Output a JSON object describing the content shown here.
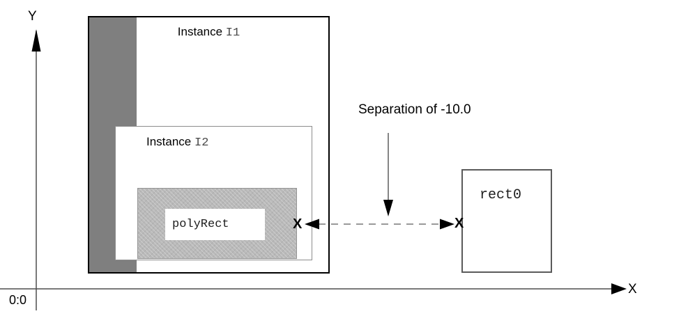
{
  "axes": {
    "y_label": "Y",
    "x_label": "X",
    "origin_label": "0:0"
  },
  "separation": {
    "label": "Separation of -10.0",
    "left_marker": "X",
    "right_marker": "X"
  },
  "boxes": {
    "instance1": {
      "name": "Instance",
      "code": "I1"
    },
    "instance2": {
      "name": "Instance",
      "code": "I2"
    },
    "polyrect": {
      "code": "polyRect"
    },
    "rect0": {
      "code": "rect0"
    }
  },
  "colors": {
    "instance1_border": "#000000",
    "instance1_strip_fill": "#7f7f7f",
    "instance2_border": "#8c8c8c",
    "polyrect_fill": "#b9b9b9",
    "polyrect_border": "#949494",
    "rect0_border": "#5a5a5a",
    "dashed_line": "#999999",
    "axis_line": "#4d4d4d"
  }
}
